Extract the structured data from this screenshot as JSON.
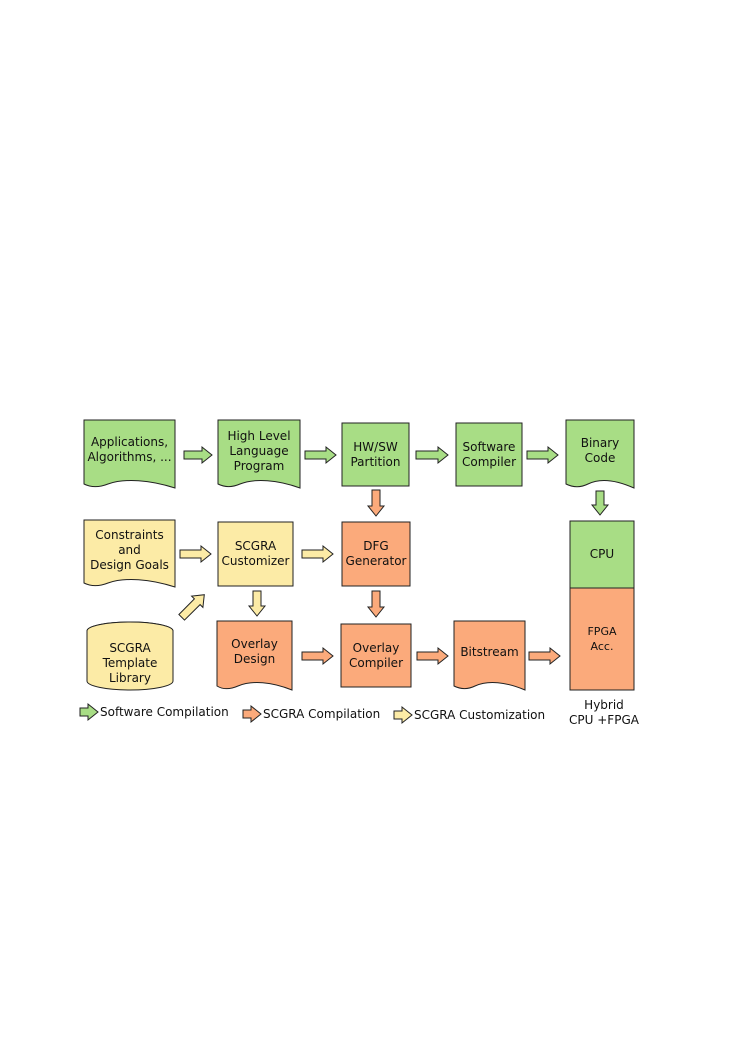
{
  "colors": {
    "software": "#a8dd85",
    "scgra": "#fbaa7b",
    "custom": "#fceba6",
    "stroke": "#222222"
  },
  "nodes": {
    "applications": "Applications,\nAlgorithms, ...",
    "hll_program": "High Level\nLanguage\nProgram",
    "hwsw_partition": "HW/SW\nPartition",
    "software_compiler": "Software\nCompiler",
    "binary_code": "Binary\nCode",
    "constraints": "Constraints\nand\nDesign Goals",
    "scgra_customizer": "SCGRA\nCustomizer",
    "dfg_generator": "DFG\nGenerator",
    "template_library": "SCGRA\nTemplate\nLibrary",
    "overlay_design": "Overlay\nDesign",
    "overlay_compiler": "Overlay\nCompiler",
    "bitstream": "Bitstream",
    "cpu": "CPU",
    "fpga": "FPGA\nAcc.",
    "hybrid": "Hybrid\nCPU +FPGA"
  },
  "legend": {
    "software": "Software Compilation",
    "scgra": "SCGRA Compilation",
    "custom": "SCGRA Customization"
  }
}
